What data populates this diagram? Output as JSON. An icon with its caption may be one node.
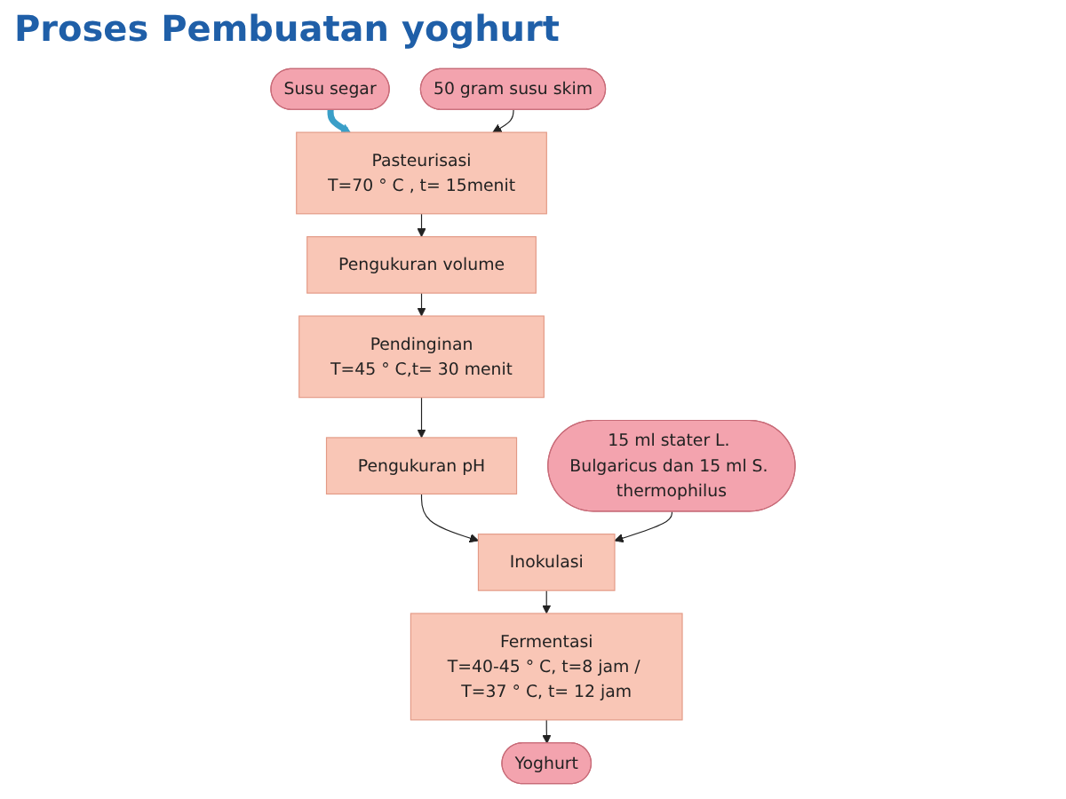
{
  "diagram": {
    "title": "Proses Pembuatan yoghurt",
    "nodes": [
      {
        "text": [
          "Susu segar"
        ]
      },
      {
        "text": [
          "50 gram susu skim"
        ]
      },
      {
        "text": [
          "Pasteurisasi",
          "T=70 ° C , t= 15menit"
        ]
      },
      {
        "text": [
          "Pengukuran volume"
        ]
      },
      {
        "text": [
          "Pendinginan",
          "T=45 ° C,t= 30 menit"
        ]
      },
      {
        "text": [
          "Pengukuran pH"
        ]
      },
      {
        "text": [
          "15 ml stater L. Bulgaricus dan 15 ml S. thermophilus"
        ]
      },
      {
        "text": [
          "Inokulasi"
        ]
      },
      {
        "text": [
          "Fermentasi",
          "T=40-45 ° C, t=8 jam / T=37 ° C, t= 12 jam"
        ]
      },
      {
        "text": [
          "Yoghurt"
        ]
      }
    ],
    "edges": [
      {
        "from": 0,
        "to": 2,
        "arrow": "to",
        "style": "thick",
        "color": "#3a9fc8"
      },
      {
        "from": 1,
        "to": 2,
        "arrow": "to"
      },
      {
        "from": 2,
        "to": 3,
        "arrow": "to"
      },
      {
        "from": 3,
        "to": 4,
        "arrow": "to"
      },
      {
        "from": 4,
        "to": 5,
        "arrow": "to"
      },
      {
        "from": 5,
        "to": 7,
        "arrow": "to"
      },
      {
        "from": 6,
        "to": 7,
        "arrow": "to"
      },
      {
        "from": 7,
        "to": 8,
        "arrow": "to"
      },
      {
        "from": 8,
        "to": 9,
        "arrow": "to"
      }
    ]
  }
}
